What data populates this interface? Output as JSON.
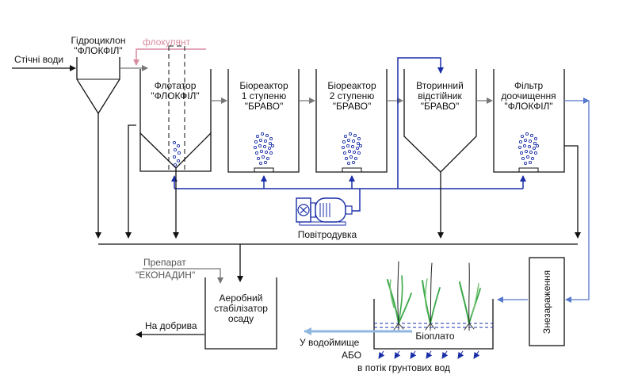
{
  "labels": {
    "hydrocyclone": [
      "Гідроциклон",
      "\"ФЛОКФІЛ\""
    ],
    "inflow": "Стічні води",
    "flocculant": "флокулянт",
    "flotator": [
      "Флотатор",
      "\"ФЛОКФІЛ\""
    ],
    "bioreactor1": [
      "Біореактор",
      "1 ступеню",
      "\"БРАВО\""
    ],
    "bioreactor2": [
      "Біореактор",
      "2 ступеню",
      "\"БРАВО\""
    ],
    "settler": [
      "Вторинний",
      "відстійник",
      "\"БРАВО\""
    ],
    "filter": [
      "Фільтр",
      "доочищення",
      "\"ФЛОКФІЛ\""
    ],
    "blower": "Повітродувка",
    "preparation": [
      "Препарат",
      "\"ЕКОНАДИН\""
    ],
    "stabilizer": [
      "Аеробний",
      "стабілізатор",
      "осаду"
    ],
    "fertilizer": "На добрива",
    "disinfection": "Знезараження",
    "bioplato": "Біоплато",
    "reservoir": "У водоймище",
    "or": "АБО",
    "groundwater": "в потік грунтових вод"
  },
  "colors": {
    "line": "#111111",
    "gray_flow": "#777777",
    "flocculant": "#d98ca0",
    "air": "#1a2ea8",
    "treated": "#5577cc",
    "outflow": "#8fb8e0",
    "plants": "#3aa84a"
  },
  "icons": {
    "blower": "blower-motor-icon",
    "bubbles": "aeration-bubbles-icon",
    "plants": "reed-plant-icon"
  }
}
